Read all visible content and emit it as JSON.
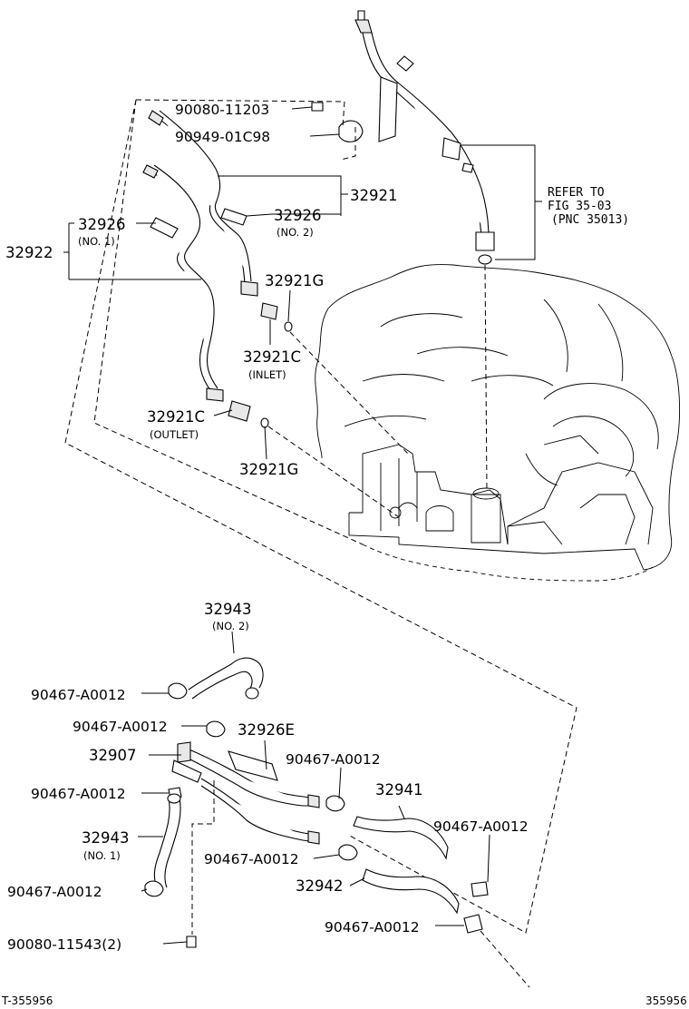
{
  "labels": {
    "p90080_11203": "90080-11203",
    "p90949_01c98": "90949-01C98",
    "p32921": "32921",
    "p32926_no1": "32926",
    "p32926_no1_sub": "(NO. 1)",
    "p32922": "32922",
    "p32926_no2": "32926",
    "p32926_no2_sub": "(NO. 2)",
    "p32921g_top": "32921G",
    "p32921c_inlet": "32921C",
    "p32921c_inlet_sub": "(INLET)",
    "p32921c_outlet": "32921C",
    "p32921c_outlet_sub": "(OUTLET)",
    "p32921g_bottom": "32921G",
    "ref_line1": "REFER TO",
    "ref_line2": "FIG 35-03",
    "ref_line3": "(PNC 35013)",
    "p32943_no2": "32943",
    "p32943_no2_sub": "(NO. 2)",
    "clamp_a": "90467-A0012",
    "clamp_b": "90467-A0012",
    "p32926e": "32926E",
    "p32907": "32907",
    "clamp_c": "90467-A0012",
    "clamp_d": "90467-A0012",
    "p32941": "32941",
    "p32943_no1": "32943",
    "p32943_no1_sub": "(NO. 1)",
    "clamp_e": "90467-A0012",
    "clamp_f": "90467-A0012",
    "p32942": "32942",
    "clamp_g": "90467-A0012",
    "clamp_h": "90467-A0012",
    "p90080_11543": "90080-11543(2)"
  },
  "footer": {
    "left_id": "T-355956",
    "right_id": "355956"
  }
}
